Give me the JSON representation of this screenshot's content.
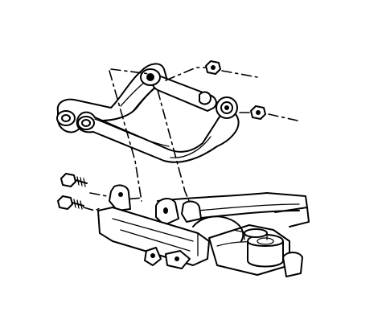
{
  "diagram": {
    "parts": [
      "upper-control-arm",
      "arm-bolt",
      "arm-nut",
      "mounting-bolt",
      "rear-crossmember",
      "rubber-bumper"
    ]
  }
}
